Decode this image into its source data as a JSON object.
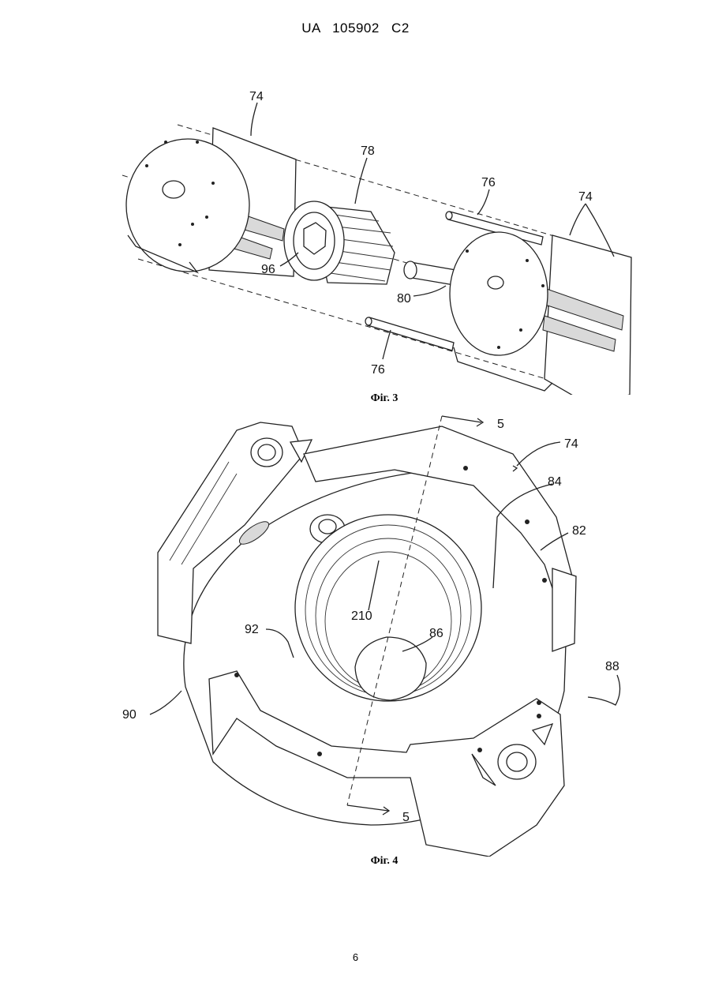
{
  "header": {
    "doc_id": "UA   105902   C2"
  },
  "figure3": {
    "caption": "Фіг. 3",
    "labels": {
      "l74a": "74",
      "l78": "78",
      "l76a": "76",
      "l74b": "74",
      "l96": "96",
      "l80": "80",
      "l76b": "76"
    }
  },
  "figure4": {
    "caption": "Фіг. 4",
    "labels": {
      "l5top": "5",
      "l74": "74",
      "l84": "84",
      "l82": "82",
      "l210": "210",
      "l92": "92",
      "l86": "86",
      "l88": "88",
      "l90": "90",
      "l5bot": "5"
    }
  },
  "page_number": "6"
}
